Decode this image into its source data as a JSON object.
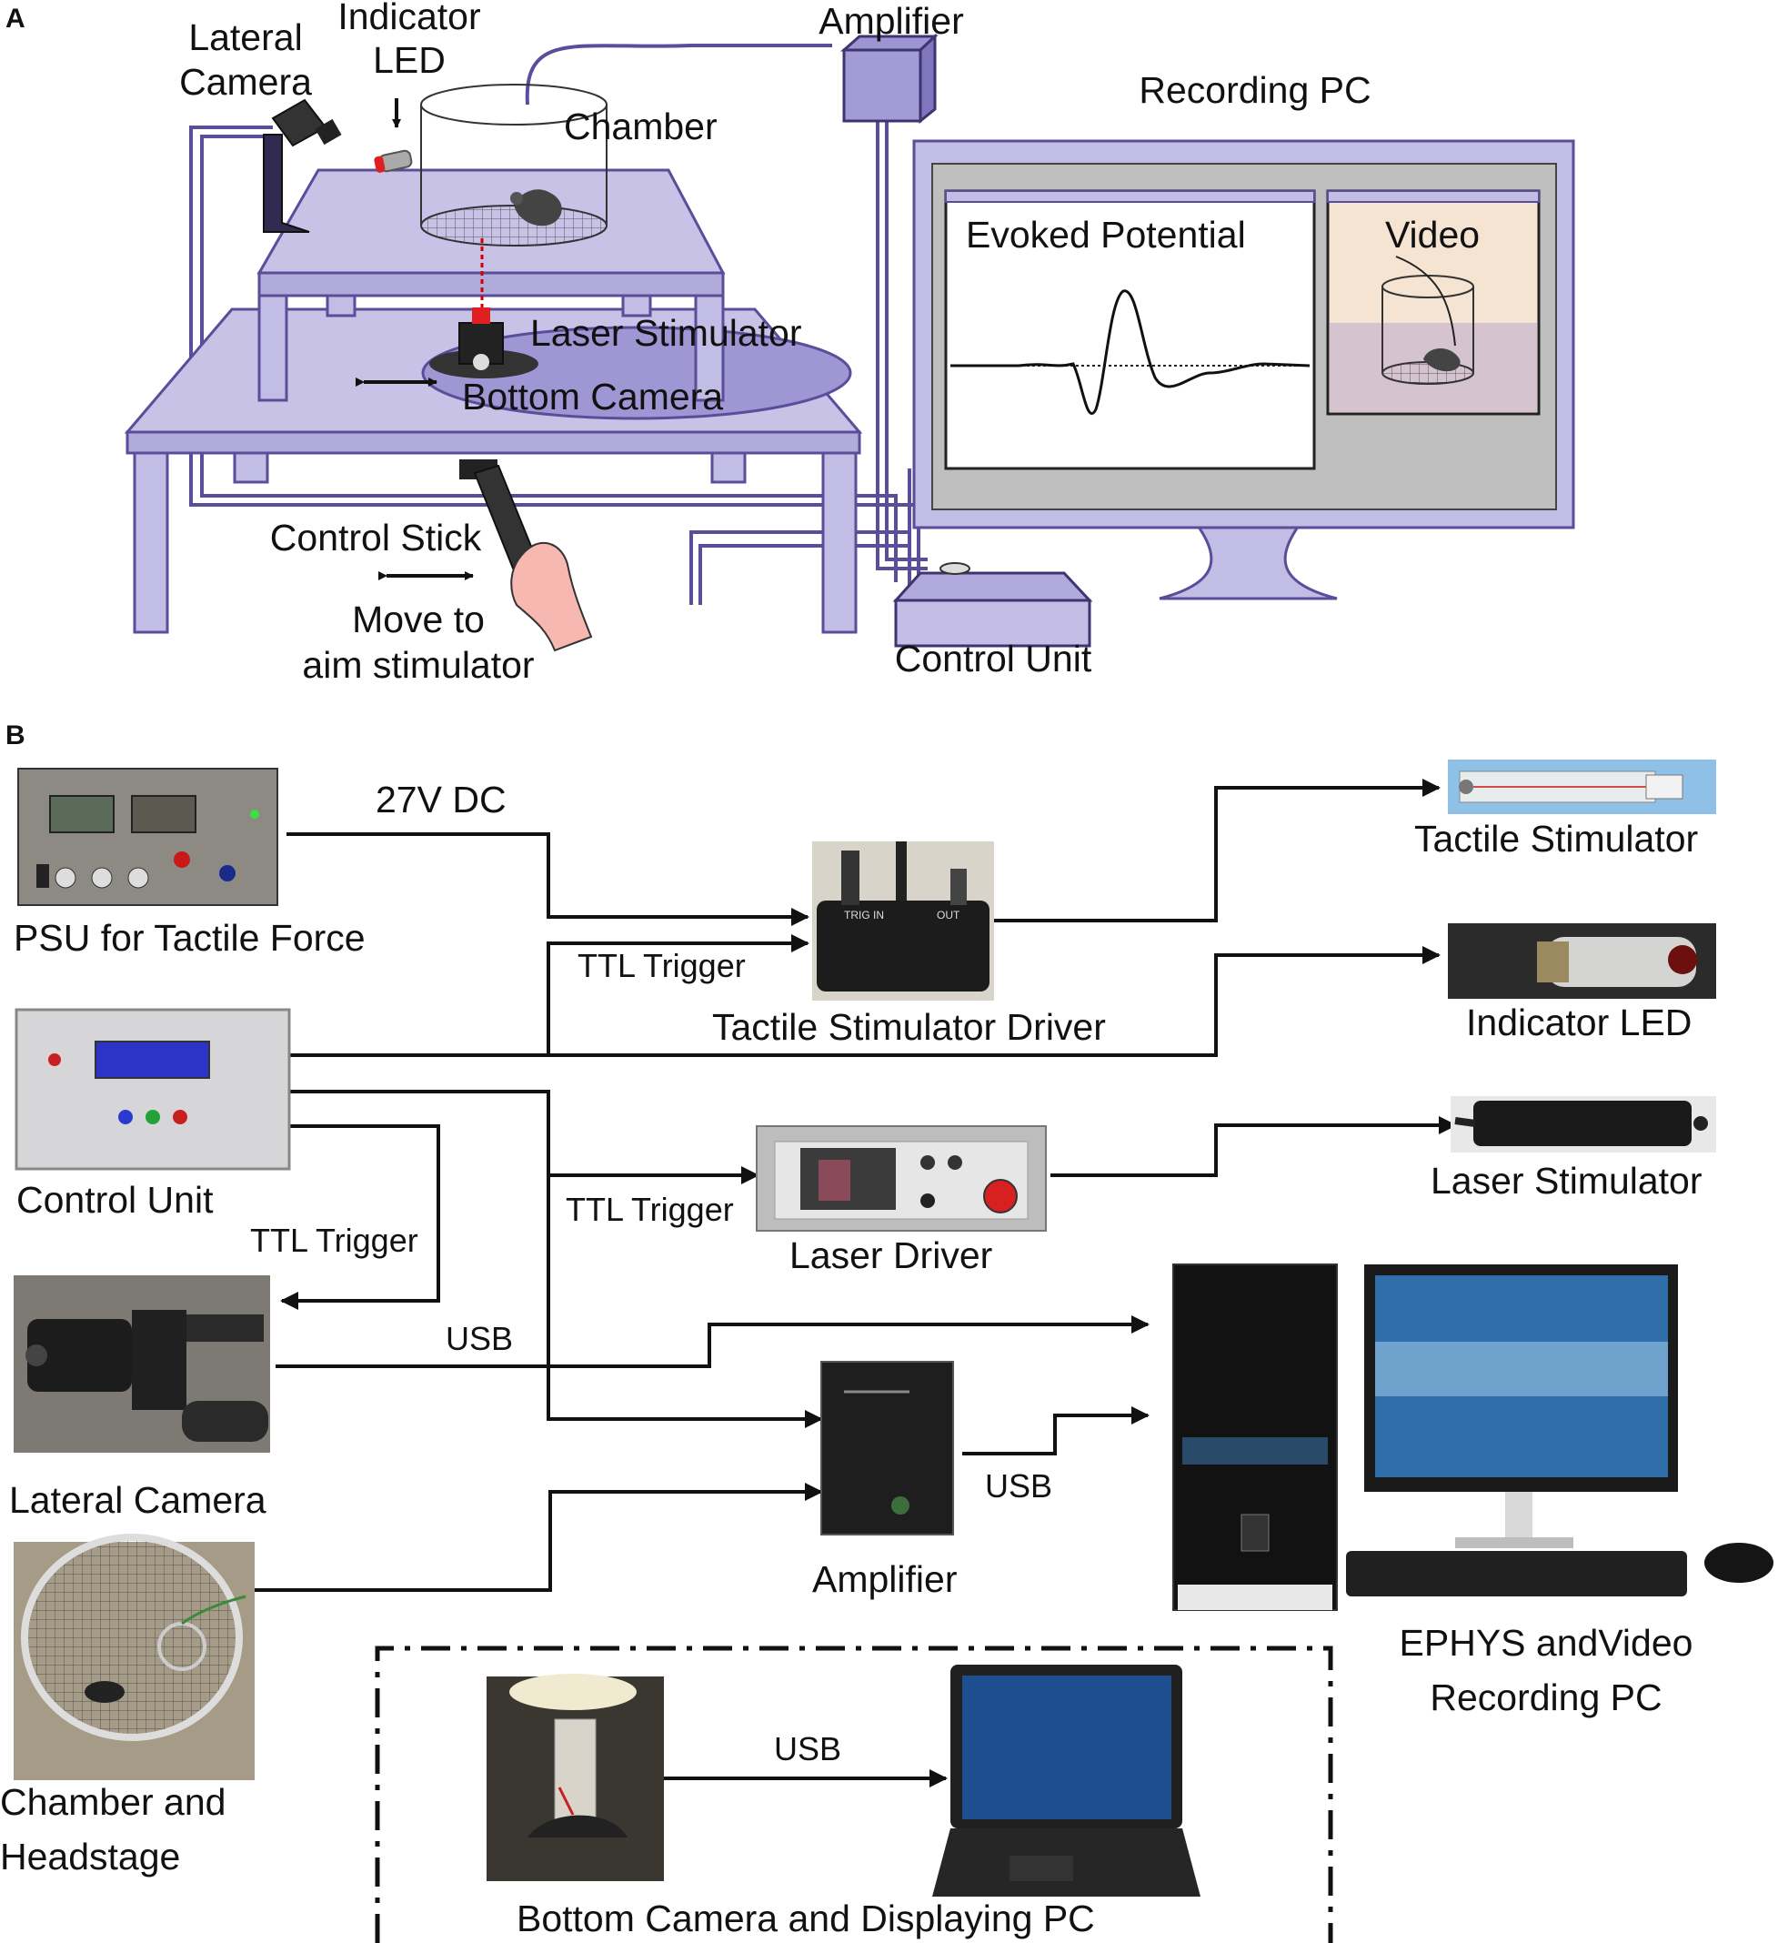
{
  "panels": {
    "a": "A",
    "b": "B"
  },
  "panel_a": {
    "lateral_camera": [
      "Lateral",
      "Camera"
    ],
    "indicator_led": [
      "Indicator",
      "LED"
    ],
    "amplifier": "Amplifier",
    "chamber": "Chamber",
    "recording_pc": "Recording PC",
    "evoked_potential": "Evoked Potential",
    "video": "Video",
    "laser_stimulator": "Laser Stimulator",
    "bottom_camera": "Bottom Camera",
    "control_stick": "Control Stick",
    "move_to_aim": [
      "Move to",
      "aim stimulator"
    ],
    "control_unit": "Control Unit"
  },
  "panel_b": {
    "psu": "PSU for Tactile Force",
    "dc_27v": "27V DC",
    "ttl_trigger_1": "TTL Trigger",
    "tactile_driver": "Tactile Stimulator Driver",
    "tactile_stimulator": "Tactile Stimulator",
    "indicator_led": "Indicator LED",
    "control_unit": "Control Unit",
    "ttl_trigger_2": "TTL Trigger",
    "ttl_trigger_3": "TTL Trigger",
    "laser_driver": "Laser Driver",
    "laser_stimulator": "Laser Stimulator",
    "usb_1": "USB",
    "usb_2": "USB",
    "usb_3": "USB",
    "lateral_camera": "Lateral Camera",
    "amplifier": "Amplifier",
    "ephys_pc": [
      "EPHYS andVideo",
      "Recording  PC"
    ],
    "chamber_headstage": [
      "Chamber and",
      "Headstage"
    ],
    "bottom_camera_pc": "Bottom  Camera and Displaying PC",
    "trig_in": "TRIG IN",
    "out": "OUT"
  }
}
